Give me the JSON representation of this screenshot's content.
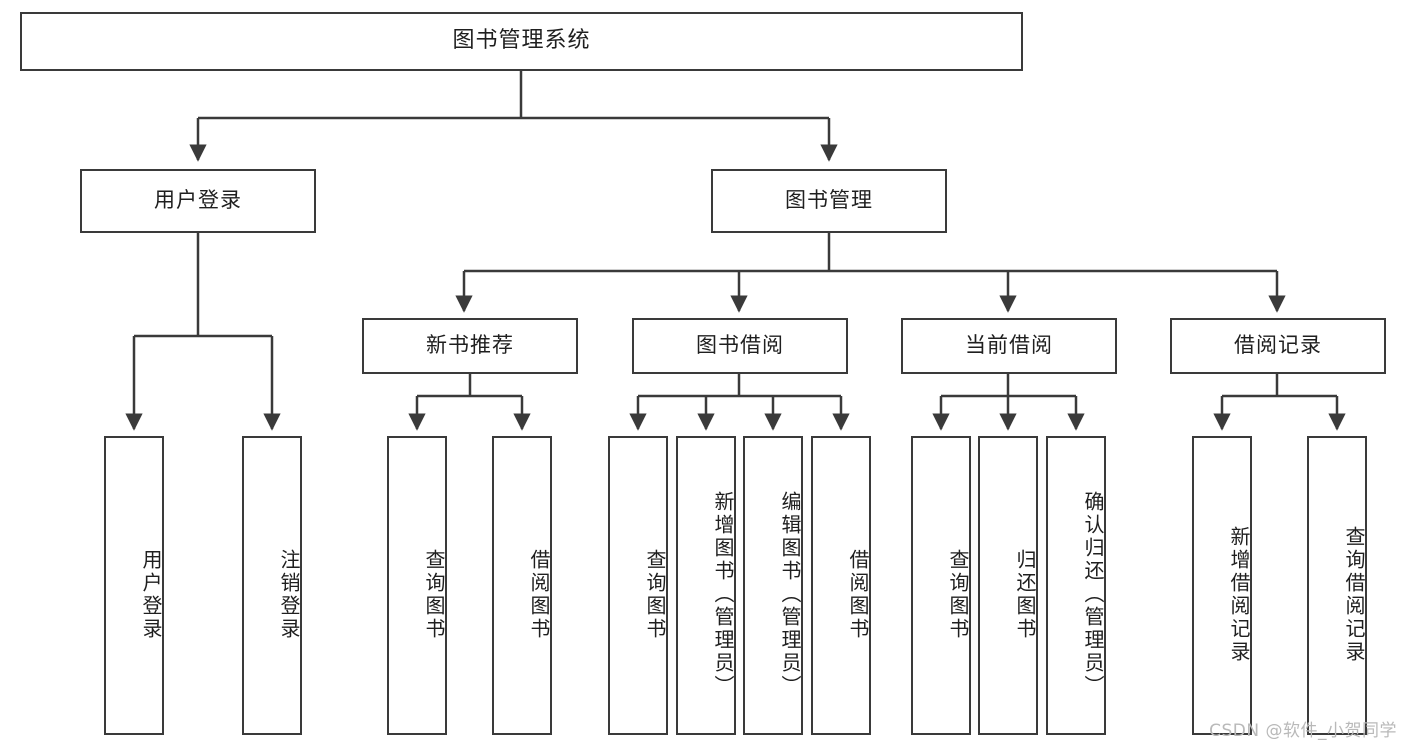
{
  "diagram": {
    "title": "图书管理系统",
    "type": "tree-hierarchy",
    "watermark": "CSDN @软件_小贺同学",
    "colors": {
      "box_border": "#3a3a3a",
      "box_fill": "#ffffff",
      "edge": "#3a3a3a",
      "text": "#1f1f1f",
      "watermark": "#b9b9b9",
      "background": "#ffffff"
    }
  },
  "nodes": {
    "root": {
      "label": "图书管理系统"
    },
    "level2": [
      {
        "id": "user-login",
        "label": "用户登录"
      },
      {
        "id": "book-manage",
        "label": "图书管理"
      }
    ],
    "level3": [
      {
        "id": "new-book-recommend",
        "label": "新书推荐"
      },
      {
        "id": "book-borrow",
        "label": "图书借阅"
      },
      {
        "id": "current-borrow",
        "label": "当前借阅"
      },
      {
        "id": "borrow-record",
        "label": "借阅记录"
      }
    ],
    "leaves": {
      "user_login": [
        {
          "id": "leaf-user-login",
          "label": "用户登录"
        },
        {
          "id": "leaf-logout-login",
          "label": "注销登录"
        }
      ],
      "new_book_recommend": [
        {
          "id": "leaf-query-book-1",
          "label": "查询图书"
        },
        {
          "id": "leaf-borrow-book-1",
          "label": "借阅图书"
        }
      ],
      "book_borrow": [
        {
          "id": "leaf-query-book-2",
          "label": "查询图书"
        },
        {
          "id": "leaf-add-book",
          "label": "新增图书（管理员）"
        },
        {
          "id": "leaf-edit-book",
          "label": "编辑图书（管理员）"
        },
        {
          "id": "leaf-borrow-book-2",
          "label": "借阅图书"
        }
      ],
      "current_borrow": [
        {
          "id": "leaf-query-book-3",
          "label": "查询图书"
        },
        {
          "id": "leaf-return-book",
          "label": "归还图书"
        },
        {
          "id": "leaf-confirm-return",
          "label": "确认归还（管理员）"
        }
      ],
      "borrow_record": [
        {
          "id": "leaf-add-borrow-record",
          "label": "新增借阅记录"
        },
        {
          "id": "leaf-query-borrow-record",
          "label": "查询借阅记录"
        }
      ]
    }
  }
}
